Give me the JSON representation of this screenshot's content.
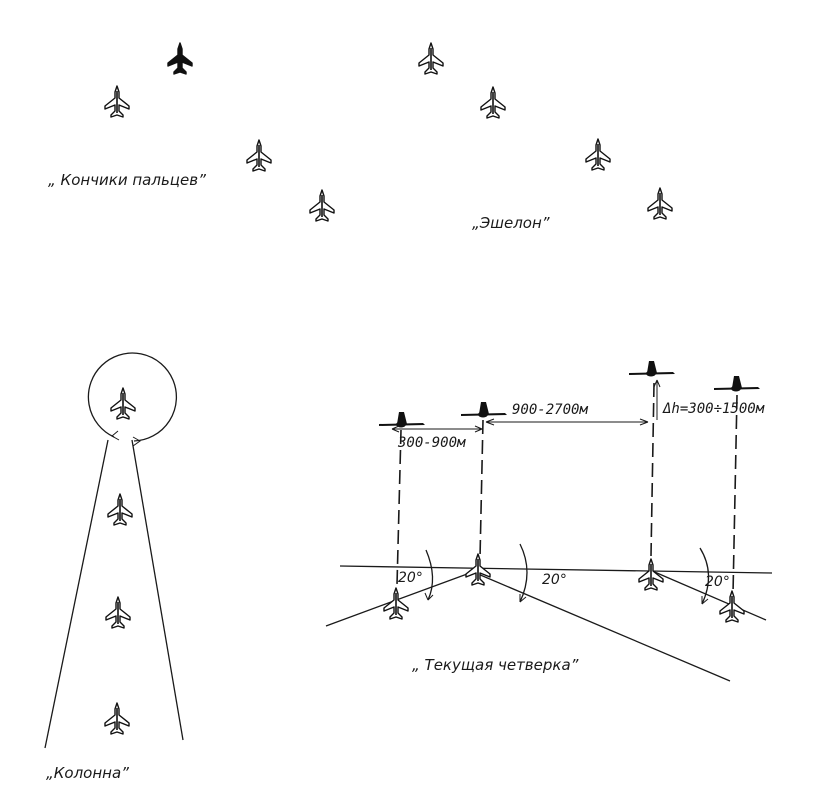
{
  "formations": {
    "fingertips": {
      "label": "„ Кончики пальцев”"
    },
    "echelon": {
      "label": "„Эшелон”"
    },
    "column": {
      "label": "„Колонна”"
    },
    "fluid_four": {
      "label": "„ Текущая четверка”"
    }
  },
  "dimensions": {
    "d1": "300-900м",
    "d2": "900-2700м",
    "d3": "Δh=300÷1500м"
  },
  "angles": {
    "a1": "20°",
    "a2": "20°",
    "a3": "20°"
  }
}
